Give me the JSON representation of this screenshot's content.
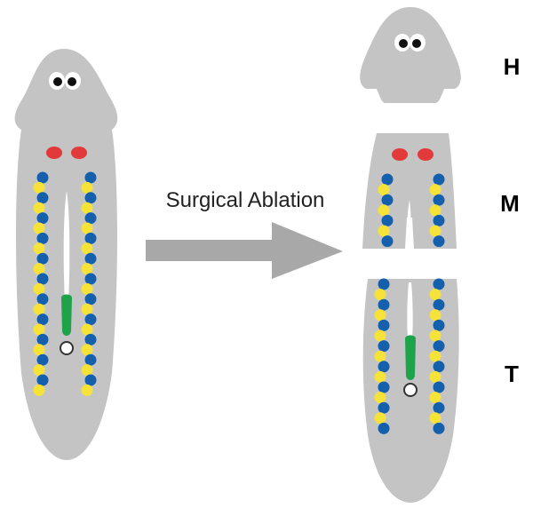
{
  "arrow_label": "Surgical Ablation",
  "segment_labels": {
    "head": "H",
    "middle": "M",
    "tail": "T"
  },
  "colors": {
    "body": "#c4c4c4",
    "arrow": "#a8a8a8",
    "eye_white": "#ffffff",
    "eye_pupil": "#111111",
    "brain": "#e23a3a",
    "nerve_blue": "#1560ad",
    "nerve_yellow": "#f6e33a",
    "pharynx": "#1fa34a",
    "mouth_ring": "#333333",
    "text": "#000000"
  },
  "icons": [
    "eye-icon",
    "brain-lobe-icon",
    "nerve-cord-icon",
    "pharynx-icon",
    "arrow-icon"
  ]
}
